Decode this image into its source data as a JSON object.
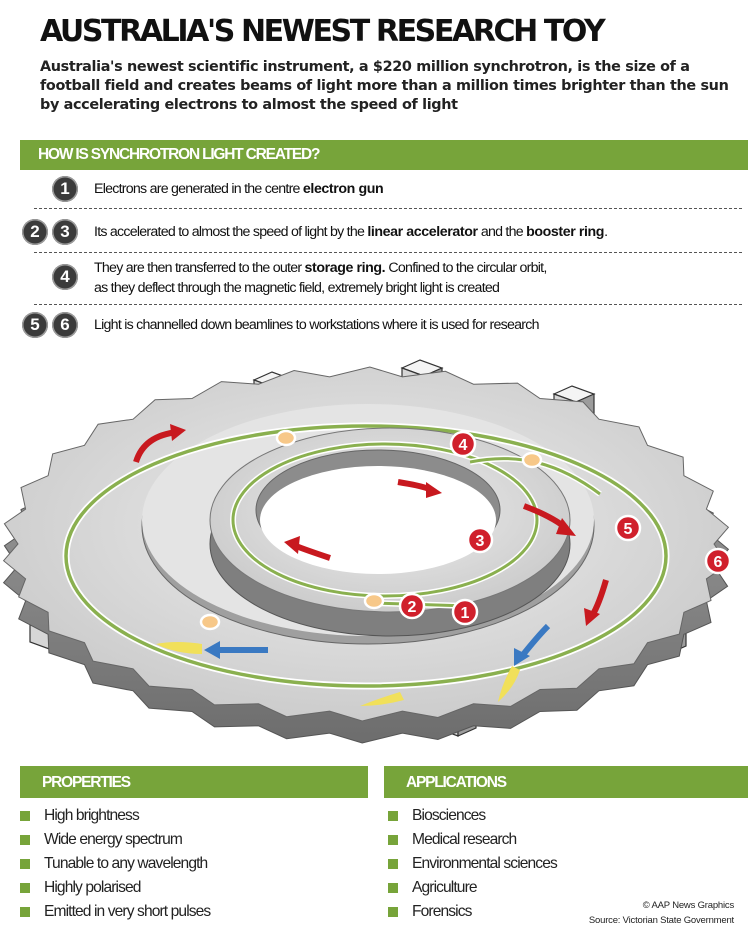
{
  "header": {
    "title": "AUSTRALIA'S NEWEST RESEARCH TOY",
    "subtitle": "Australia's newest scientific instrument, a $220 million synchrotron, is the size of a football field and creates beams of light more than a million times brighter than the sun by accelerating electrons to almost the speed of light"
  },
  "section": {
    "title": "HOW IS SYNCHROTRON LIGHT CREATED?"
  },
  "steps": [
    {
      "badges": [
        "1"
      ],
      "pre": "Electrons are generated in the centre ",
      "bold1": "electron gun",
      "mid": "",
      "bold2": "",
      "post": ""
    },
    {
      "badges": [
        "2",
        "3"
      ],
      "pre": "Its accelerated to almost the speed of light by the ",
      "bold1": "linear accelerator",
      "mid": " and the ",
      "bold2": "booster ring",
      "post": "."
    },
    {
      "badges": [
        "4"
      ],
      "pre": "They are then transferred to the outer ",
      "bold1": "storage ring.",
      "mid": "",
      "bold2": "",
      "post": " Confined to the circular orbit,",
      "line2": "as they deflect through the magnetic field, extremely bright light is created"
    },
    {
      "badges": [
        "5",
        "6"
      ],
      "pre": "Light is channelled down beamlines to workstations where it is used for research",
      "bold1": "",
      "mid": "",
      "bold2": "",
      "post": ""
    }
  ],
  "diagram": {
    "markers": [
      "1",
      "2",
      "3",
      "4",
      "5",
      "6"
    ],
    "colors": {
      "ring_face": "#d9d9d9",
      "ring_side": "#8e8e8e",
      "orbit": "#8ab04f",
      "beamline": "#6f9a35",
      "marker": "#d0202c",
      "arrow_red": "#c8191f",
      "arrow_blue": "#3a79c2",
      "light_cone": "#f1e05a",
      "magnet": "#f7c889"
    }
  },
  "properties": {
    "title": "PROPERTIES",
    "items": [
      "High brightness",
      "Wide energy spectrum",
      "Tunable to any wavelength",
      "Highly polarised",
      "Emitted in very short pulses"
    ]
  },
  "applications": {
    "title": "APPLICATIONS",
    "items": [
      "Biosciences",
      "Medical research",
      "Environmental sciences",
      "Agriculture",
      "Forensics"
    ]
  },
  "credits": {
    "copyright": "© AAP News Graphics",
    "source": "Source: Victorian State Government"
  }
}
